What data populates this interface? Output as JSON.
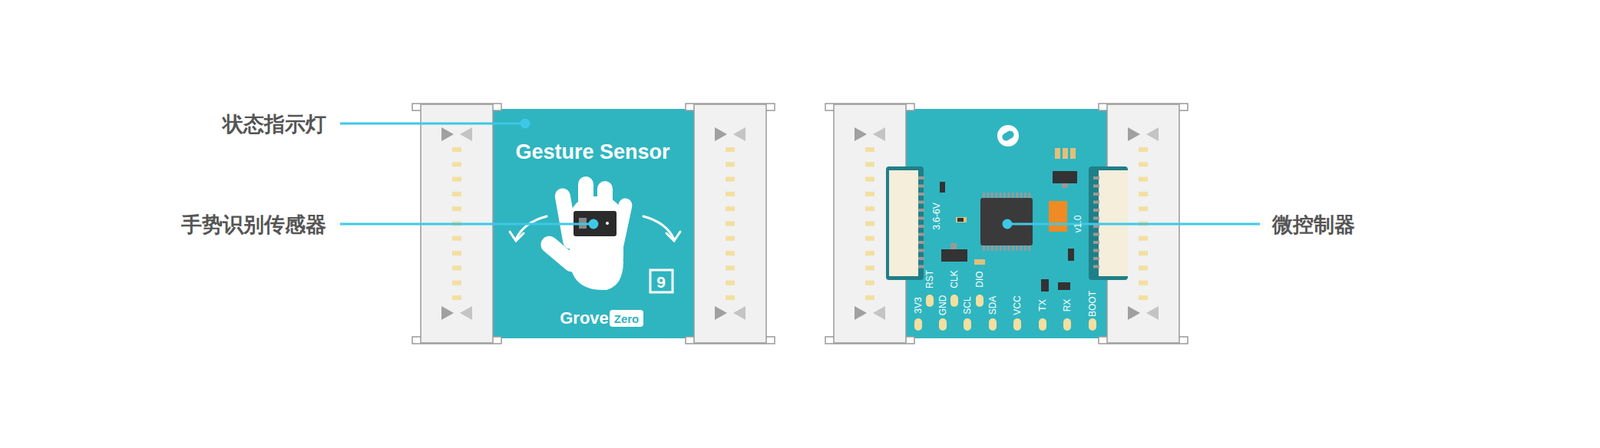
{
  "diagram": {
    "labels": [
      "状态指示灯",
      "手势识别传感器",
      "微控制器",
      "Gesture Sensor",
      "Grove",
      "Zero",
      "9",
      "RST",
      "CLK",
      "DIO",
      "3V3",
      "GND",
      "SCL",
      "SDA",
      "VCC",
      "TX",
      "RX",
      "BOOT",
      "3.6-6V",
      "v1.0"
    ]
  }
}
